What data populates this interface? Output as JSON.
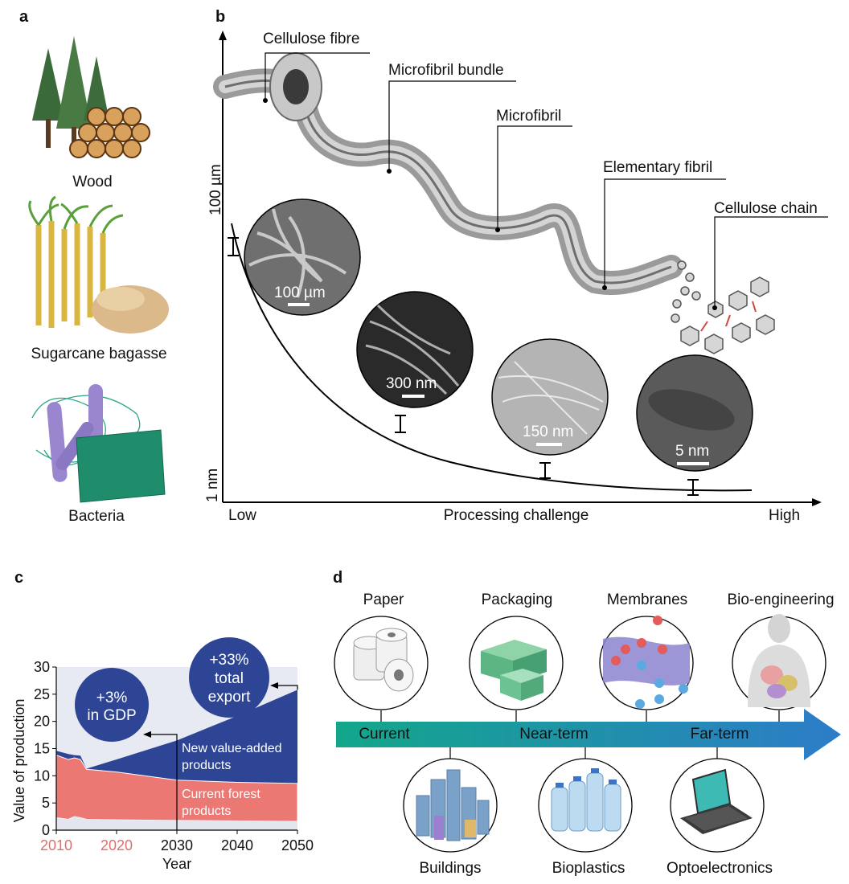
{
  "panels": {
    "a": "a",
    "b": "b",
    "c": "c",
    "d": "d"
  },
  "sources": [
    "Wood",
    "Sugarcane bagasse",
    "Bacteria"
  ],
  "hierarchy": {
    "labels": [
      "Cellulose fibre",
      "Microfibril bundle",
      "Microfibril",
      "Elementary fibril",
      "Cellulose chain"
    ],
    "y_top": "100 µm",
    "y_bottom": "1 nm",
    "x_low": "Low",
    "x_label": "Processing challenge",
    "x_high": "High",
    "scale_bars": [
      "100 µm",
      "300 nm",
      "150 nm",
      "5 nm"
    ]
  },
  "chart_data": {
    "type": "area",
    "x": [
      2010,
      2012,
      2013,
      2014,
      2015,
      2020,
      2030,
      2040,
      2050
    ],
    "series": [
      {
        "name": "Current forest products",
        "values": [
          13.8,
          13.0,
          13.3,
          13.0,
          11.2,
          10.7,
          9.2,
          8.8,
          8.6
        ]
      },
      {
        "name": "New value-added products",
        "values": [
          14.6,
          14.0,
          13.8,
          13.7,
          11.3,
          13.0,
          16.5,
          21.0,
          25.8
        ]
      }
    ],
    "bottom_band": [
      2.3,
      2.0,
      2.5,
      2.3,
      2.0,
      1.9,
      1.8,
      1.7,
      1.6
    ],
    "ylabel": "Value of production",
    "xlabel": "Year",
    "ylim": [
      0,
      30
    ],
    "xlim": [
      2010,
      2050
    ],
    "yticks": [
      "30",
      "25",
      "20",
      "15",
      "10",
      "5",
      "0"
    ],
    "xticks": [
      "2010",
      "2020",
      "2030",
      "2040",
      "2050"
    ],
    "annotations": {
      "gdp": [
        "+3%",
        "in GDP"
      ],
      "export": [
        "+33%",
        "total",
        "export"
      ],
      "new_products": [
        "New value-added",
        "products"
      ],
      "current_products": [
        "Current forest",
        "products"
      ]
    },
    "colors": {
      "new": "#2e4596",
      "current": "#ec7874",
      "band": "#e3e6ee",
      "bg": "#e7eaf2",
      "tick_x": "#e06f6b",
      "bubble": "#2e4596"
    }
  },
  "timeline": {
    "stages": [
      "Current",
      "Near-term",
      "Far-term"
    ],
    "top_apps": [
      "Paper",
      "Packaging",
      "Membranes",
      "Bio-engineering"
    ],
    "bottom_apps": [
      "Buildings",
      "Bioplastics",
      "Optoelectronics"
    ],
    "icons": [
      "paper-rolls-icon",
      "boxes-icon",
      "membrane-icon",
      "human-body-icon",
      "buildings-icon",
      "bottles-icon",
      "laptop-icon"
    ]
  }
}
